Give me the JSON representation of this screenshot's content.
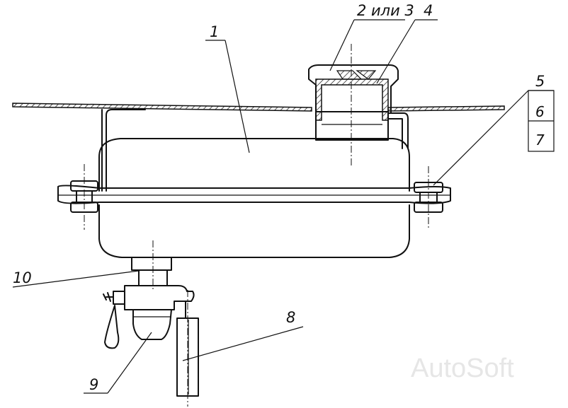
{
  "callouts": {
    "c1": "1",
    "c2or3": "2 или 3",
    "c4": "4",
    "c5": "5",
    "c6": "6",
    "c7": "7",
    "c8": "8",
    "c9": "9",
    "c10": "10"
  },
  "watermark": "AutoSoft"
}
